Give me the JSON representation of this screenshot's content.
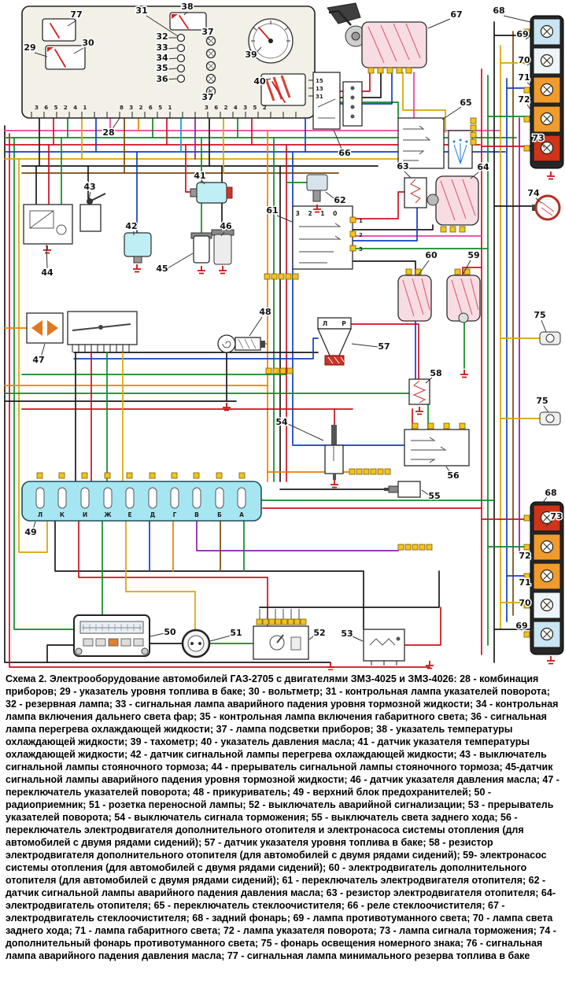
{
  "figure": {
    "caption": "Схема 2. Электрооборудование автомобилей ГАЗ-2705 с двигателями ЗМЗ-4025 и ЗМЗ-4026: 28 - комбинация приборов; 29 - указатель уровня топлива в баке; 30 - вольтметр; 31 - контрольная лампа указателей поворота; 32 - резервная лампа; 33 - сигнальная лампа аварийного падения уровня тормозной жидкости; 34 - контрольная лампа включения дальнего света фар; 35 - контрольная лампа включения габаритного света; 36 - сигнальная лампа перегрева охлаждающей жидкости; 37 - лампа подсветки приборов; 38 - указатель температуры охлаждающей жидкости; 39 - тахометр; 40 - указатель давления масла; 41 - датчик указателя температуры охлаждающей жидкости; 42 - датчик сигнальной лампы перегрева охлаждающей жидкости; 43 - выключатель сигнальной лампы стояночного тормоза; 44 - прерыватель сигнальной лампы стояночного тормоза; 45-датчик сигнальной лампы аварийного падения уровня тормозной жидкости; 46 - датчик указателя давления масла; 47 - переключатель указателей поворота; 48 - прикуриватель; 49 - верхний блок предохранителей; 50 - радиоприемник; 51 - розетка переносной лампы; 52 - выключатель аварийной сигнализации; 53 - прерыватель указателей поворота; 54 - выключатель сигнала торможения; 55 - выключатель света заднего хода; 56 - переключатель электродвигателя дополнительного отопителя и электронасоса системы отопления (для автомобилей с двумя рядами сидений); 57 - датчик указателя уровня топлива в баке; 58 - резистор электродвигателя дополнительного отопителя (для автомобилей с двумя рядами сидений); 59- электронасос системы отопления (для автомобилей с двумя рядами сидений); 60 - электродвигатель дополнительного отопителя (для автомобилей с двумя рядами сидений); 61 - переключатель электродвигателя отопителя; 62 - датчик сигнальной лампы аварийного падения давления масла; 63 - резистор электродвигателя отопителя; 64-электродвигатель отопителя; 65 - переключатель стеклоочистителя; 66 - реле стеклоочистителя; 67 - электродвигатель стеклоочистителя; 68 - задний фонарь; 69 - лампа противотуманного света; 70 - лампа света заднего хода; 71 - лампа габаритного света; 72 - лампа указателя поворота; 73 - лампа сигнала торможения; 74 - дополнительный фонарь противотуманного света; 75 - фонарь освещения номерного знака; 76 - сигнальная лампа аварийного падения давления масла; 77 - сигнальная лампа минимального резерва топлива в баке"
  },
  "diagram": {
    "callouts": [
      "77",
      "29",
      "30",
      "31",
      "32",
      "33",
      "34",
      "35",
      "36",
      "38",
      "37",
      "37",
      "39",
      "40",
      "28",
      "67",
      "68",
      "69",
      "70",
      "71",
      "72",
      "73",
      "74",
      "75",
      "75",
      "65",
      "66",
      "63",
      "64",
      "62",
      "61",
      "60",
      "59",
      "41",
      "42",
      "43",
      "44",
      "45",
      "46",
      "47",
      "48",
      "57",
      "58",
      "54",
      "56",
      "55",
      "49",
      "50",
      "51",
      "52",
      "53",
      "68",
      "73",
      "72",
      "71",
      "70",
      "69"
    ],
    "fuse_letters": [
      "Л",
      "К",
      "И",
      "Ж",
      "Е",
      "Д",
      "Г",
      "В",
      "Б",
      "А"
    ],
    "cluster_terminal_rows": [
      "3 6 5 2 4 1",
      "8 3 2 6 5 1",
      "3 6 2 4 3 5 2"
    ],
    "heater_switch_positions": "3 2 1 0",
    "heater_switch_pins": [
      "1",
      "2",
      "3"
    ],
    "wiper_relay_terminals": [
      "15",
      "13",
      "31"
    ],
    "fuel_sender_terminals": [
      "Л",
      "Р"
    ],
    "palette": {
      "wire_red": "#cf1020",
      "wire_green": "#0f8a28",
      "wire_blue": "#1240c4",
      "wire_yellow": "#d7a400",
      "wire_orange": "#ef7f00",
      "wire_pink": "#ee3fa0",
      "wire_black": "#1a1a1a",
      "wire_brown": "#7a4a12",
      "wire_purple": "#8820aa",
      "wire_cyan": "#00a6c8",
      "fuse_block": "#a6e6f2",
      "lamp_orange": "#ef9b2d",
      "lamp_red": "#cf3318",
      "ground_red": "#cc1111",
      "connector_yellow": "#f2c51d"
    }
  }
}
